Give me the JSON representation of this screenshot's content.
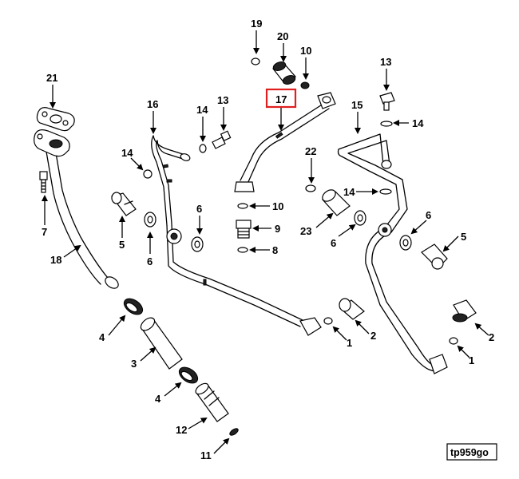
{
  "diagram": {
    "highlighted_callout": "17",
    "reference_code": "tp959go",
    "highlight_color": "#e02020",
    "callouts": {
      "c19": "19",
      "c20": "20",
      "c10a": "10",
      "c17": "17",
      "c13a": "13",
      "c15": "15",
      "c14a": "14",
      "c21": "21",
      "c16": "16",
      "c14b": "14",
      "c13b": "13",
      "c14c": "14",
      "c22": "22",
      "c14d": "14",
      "c10b": "10",
      "c9": "9",
      "c8": "8",
      "c6a": "6",
      "c6b": "6",
      "c6c": "6",
      "c6d": "6",
      "c5a": "5",
      "c5b": "5",
      "c23": "23",
      "c7": "7",
      "c18": "18",
      "c4a": "4",
      "c4b": "4",
      "c3": "3",
      "c12": "12",
      "c11": "11",
      "c1a": "1",
      "c2a": "2",
      "c1b": "1",
      "c2b": "2"
    }
  }
}
